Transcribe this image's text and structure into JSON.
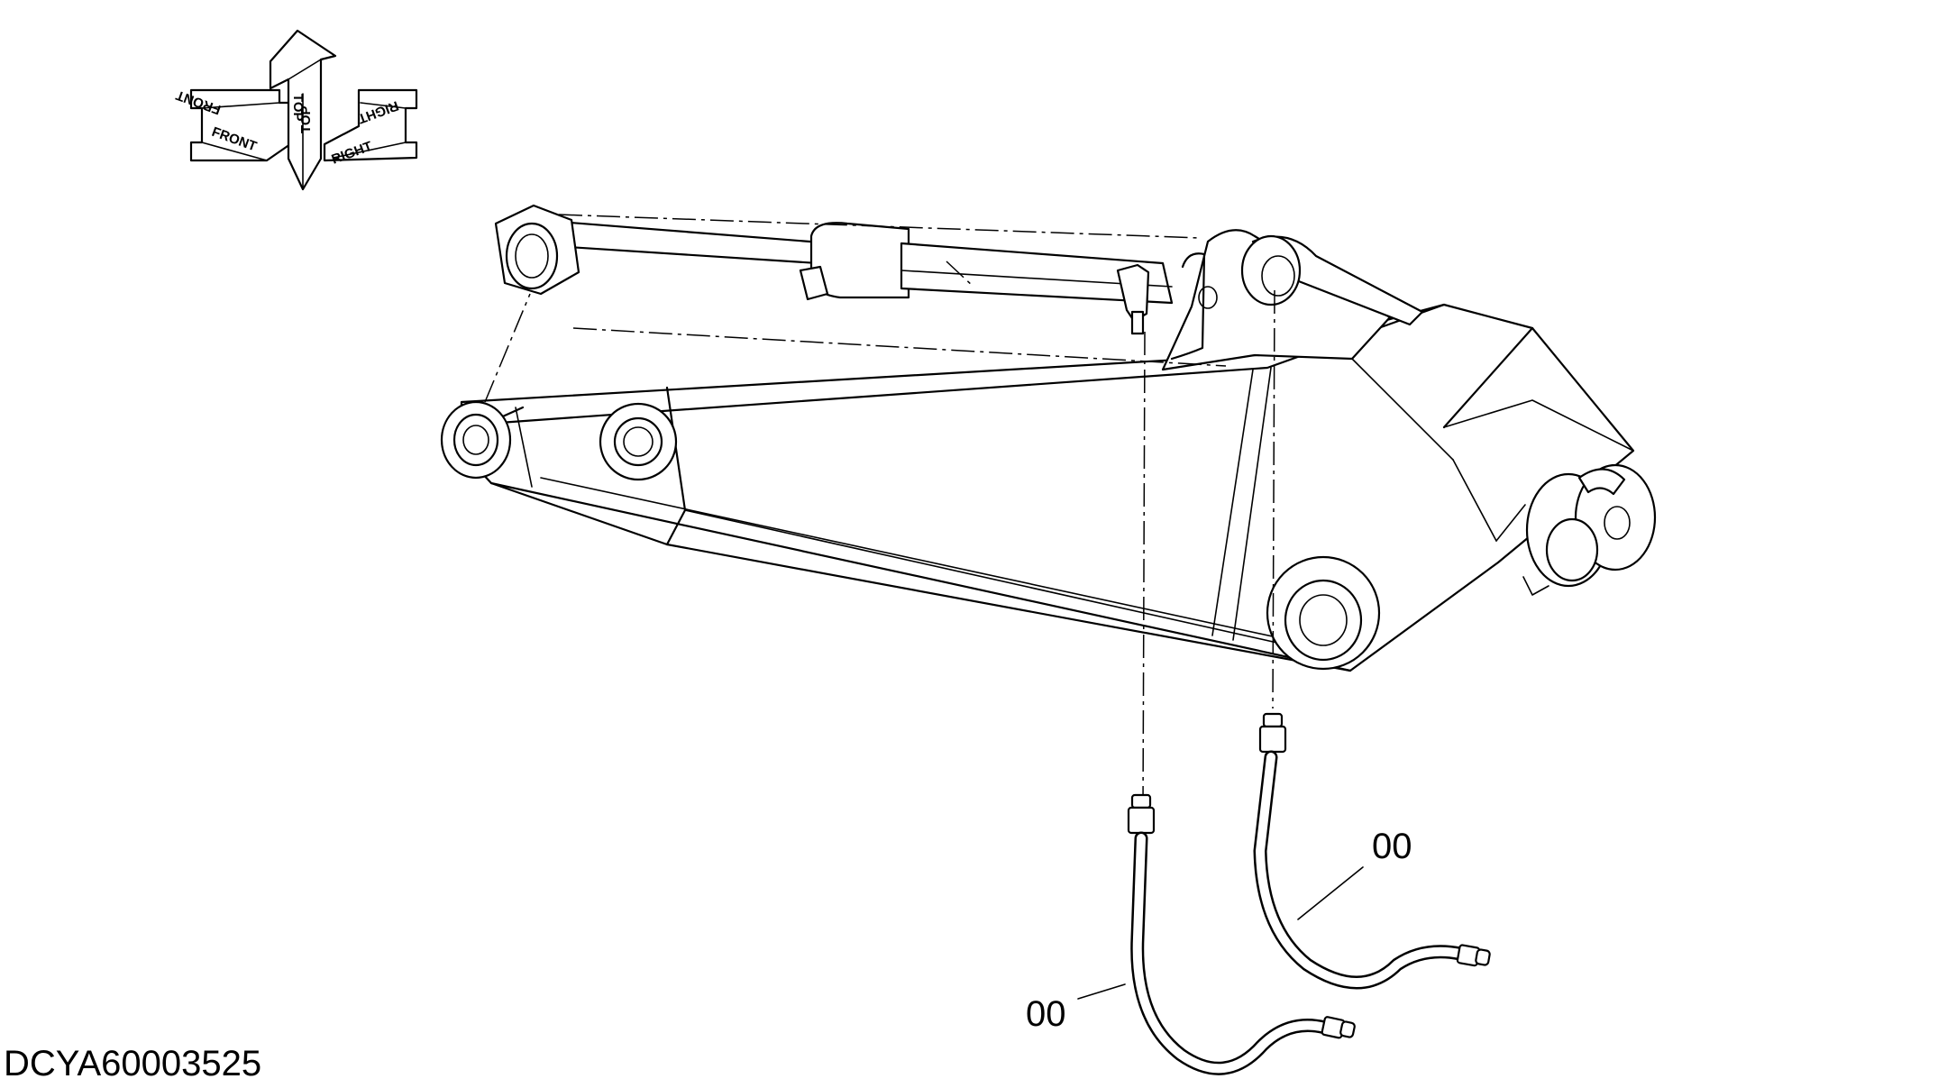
{
  "orientation": {
    "front": "FRONT",
    "top": "TOP",
    "right": "RIGHT"
  },
  "callouts": [
    {
      "label": "00"
    },
    {
      "label": "00"
    }
  ],
  "drawing_id": "DCYA60003525"
}
